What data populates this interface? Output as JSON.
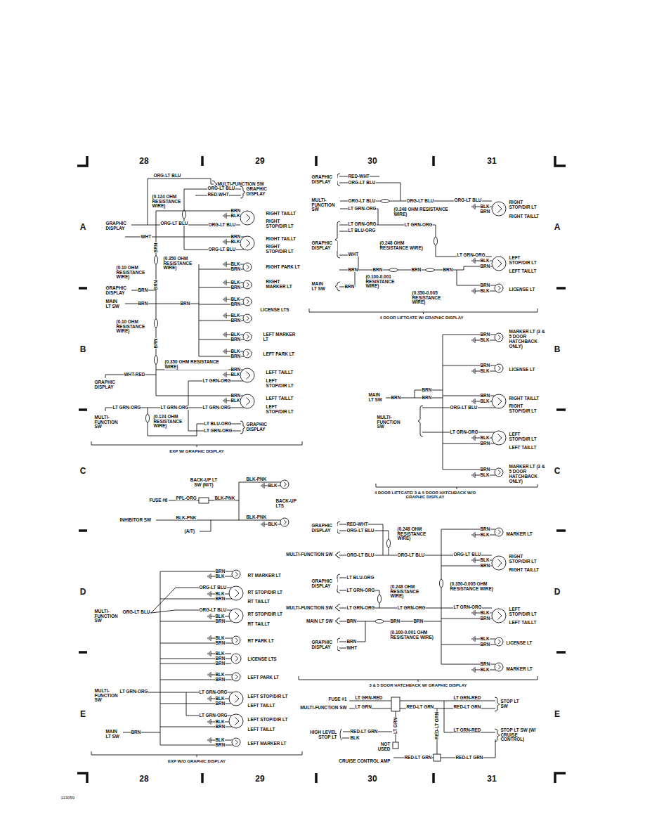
{
  "diagram": {
    "labels": [
      "28",
      "29",
      "30",
      "31",
      "ORG-LT BLU",
      "MULTI-FUNCTION SW",
      "ORG-LT BLU",
      "RED-WHT",
      "GRAPHIC DISPLAY",
      "(0.124 OHM RESISTANCE WIRE)",
      "BRN",
      "BLK",
      "ORG-LT BLU",
      "ORG-LT BLU",
      "RIGHT TAILLT",
      "RIGHT STOP/DIR LT",
      "GRAPHIC DISPLAY",
      "WHT",
      "BRN",
      "BLK",
      "ORG-LT BLU",
      "RIGHT TAILLT",
      "RIGHT STOP/DIR LT",
      "BRN",
      "(0.350 OHM RESISTANCE WIRE)",
      "(0.10 OHM RESISTANCE WIRE)",
      "BLK",
      "BRN",
      "RIGHT PARK LT",
      "BRN",
      "GRAPHIC DISPLAY",
      "BRN",
      "BLK",
      "BRN",
      "RIGHT MARKER LT",
      "MAIN LT SW",
      "BRN",
      "BRN",
      "BLK",
      "BRN",
      "LICENSE LTS",
      "BLK",
      "BRN",
      "(0.10 OHM RESISTANCE WIRE)",
      "BLK",
      "BRN",
      "LEFT MARKER LT",
      "BRN",
      "BLK",
      "BRN",
      "LEFT PARK LT",
      "(0.350 OHM RESISTANCE WIRE)",
      "WHT-RED",
      "GRAPHIC DISPLAY",
      "BRN",
      "BLK",
      "LT GRN-ORG",
      "LEFT TAILLT",
      "LEFT STOP/DIR LT",
      "BRN",
      "BLK",
      "LT GRN-ORG",
      "LEFT TAILLT",
      "LEFT STOP/DIR LT",
      "LT GRN-ORG",
      "LT GRN-ORG",
      "MULTI-FUNCTION SW",
      "(0.124 OHM RESISTANCE WIRE)",
      "LT BLU-ORG",
      "LT GRN-ORG",
      "GRAPHIC DISPLAY",
      "EXP W/ GRAPHIC DISPLAY",
      "BACK-UP LT SW (M/T)",
      "BLK-PNK",
      "BLK",
      "FUSE #6",
      "PPL-ORG",
      "BLK-PNK",
      "BACK-UP LTS",
      "INHIBITOR SW",
      "BLK-PNK",
      "BLK-PNK",
      "BLK",
      "(A/T)",
      "BRN",
      "BLK",
      "RT MARKER LT",
      "ORG-LT BLU",
      "BLK",
      "BRN",
      "RT STOP/DIR LT",
      "RT TAILLT",
      "ORG-LT BLU",
      "BLK",
      "BRN",
      "RT STOP/DIR LT",
      "RT TAILLT",
      "MULTI-FUNCTION SW",
      "ORG-LT BLU",
      "BLK",
      "BRN",
      "RT PARK LT",
      "BLK",
      "BRN",
      "BRN",
      "LICENSE LTS",
      "BLK",
      "BRN",
      "LEFT PARK LT",
      "MULTI-FUNCTION SW",
      "LT GRN-ORG",
      "LT GRN-ORG",
      "BLK",
      "BRN",
      "LEFT STOP/DIR LT",
      "LEFT TAILLT",
      "LT GRN-ORG",
      "BLK",
      "BRN",
      "LEFT STOP/DIR LT",
      "LEFT TAILLT",
      "MAIN LT SW",
      "BRN",
      "BLK",
      "BRN",
      "LEFT MARKER LT",
      "EXP W/O GRAPHIC DISPLAY",
      "GRAPHIC DISPLAY",
      "RED-WHT",
      "ORG-LT BLU",
      "MULTI-FUNCTION SW",
      "ORG-LT BLU",
      "ORG-LT BLU",
      "ORG-LT BLU",
      "LT GRN-ORG",
      "(0.248 OHM RESISTANCE WIRE)",
      "BLK",
      "BRN",
      "RIGHT STOP/DIR LT",
      "RIGHT TAILLT",
      "LT GRN-ORG",
      "LT GRN-ORG",
      "LT BLU-ORG",
      "GRAPHIC DISPLAY",
      "(0.248 OHM RESISTANCE WIRE)",
      "WHT",
      "LT GRN-ORG",
      "BLK",
      "BRN",
      "LEFT STOP/DIR LT",
      "LEFT TAILLT",
      "BRN",
      "BRN",
      "BRN",
      "BRN",
      "(0.100-0.001 RESISTANCE WIRE)",
      "MAIN LT SW",
      "BRN",
      "BRN",
      "BLK",
      "LICENSE LT",
      "(0.350-0.005 RESISTANCE WIRE)",
      "4 DOOR LIFTGATE W/ GRAPHIC DISPLAY",
      "BRN",
      "BLK",
      "MARKER LT (3 & 5 DOOR HATCHBACK ONLY)",
      "BRN",
      "BLK",
      "LICENSE LT",
      "MAIN LT SW",
      "BRN",
      "BRN",
      "BRN",
      "BRN",
      "BLK",
      "ORG-LT BLU",
      "RIGHT TAILLT",
      "RIGHT STOP/DIR LT",
      "MULTI-FUNCTION SW",
      "LT GRN-ORG",
      "BLK",
      "BRN",
      "LEFT STOP/DIR LT",
      "LEFT TAILLT",
      "BRN",
      "BLK",
      "MARKER LT (3 & 5 DOOR HATCHBACK ONLY)",
      "4 DOOR LIFTGATE/ 3 & 5 DOOR HATCHBACK W/O GRAPHIC DISPLAY",
      "GRAPHIC DISPLAY",
      "RED-WHT",
      "ORG-LT BLU",
      "(0.248 OHM RESISTANCE WIRE)",
      "BRN",
      "BLK",
      "MARKER LT",
      "MULTI-FUNCTION SW",
      "ORG-LT BLU",
      "ORG-LT BLU",
      "ORG-LT BLU",
      "BLK",
      "BRN",
      "RIGHT STOP/DIR LT",
      "RIGHT TAILLT",
      "LT BLU-ORG",
      "GRAPHIC DISPLAY",
      "LT GRN-ORG",
      "(0.248 OHM RESISTANCE WIRE)",
      "(0.350-0.005 OHM RESISTANCE WIRE)",
      "MULTI-FUNCTION SW",
      "LT GRN-ORG",
      "LT GRN-ORG",
      "LT GRN-ORG",
      "BLK",
      "BRN",
      "LEFT STOP/DIR LT",
      "LEFT TAILLT",
      "MAIN LT SW",
      "BRN",
      "BRN",
      "BRN",
      "(0.100-0.001 OHM RESISTANCE WIRE)",
      "BLK",
      "BRN",
      "LICENSE LT",
      "GRAPHIC DISPLAY",
      "BRN",
      "WHT",
      "BRN",
      "BLK",
      "MARKER LT",
      "3 & 5 DOOR HATCHBACK W/ GRAPHIC DISPLAY",
      "FUSE #1",
      "LT GRN-RED",
      "MULTI-FUNCTION SW",
      "LT GRN",
      "RED-LT GRN",
      "LT GRN-RED",
      "RED-LT GRN",
      "STOP LT SW",
      "LT GRN",
      "RED-LT GRN",
      "LT GRN-RED",
      "STOP LT SW (W/ CRUISE CONTROL)",
      "HIGH LEVEL STOP LT",
      "RED-LT GRN",
      "BLK",
      "NOT USED",
      "CRUISE CONTROL AMP",
      "RED-LT GRN",
      "RED-LT GRN",
      "A",
      "A",
      "B",
      "B",
      "C",
      "C",
      "D",
      "D",
      "E",
      "E",
      "28",
      "29",
      "30",
      "31",
      "113059"
    ]
  }
}
